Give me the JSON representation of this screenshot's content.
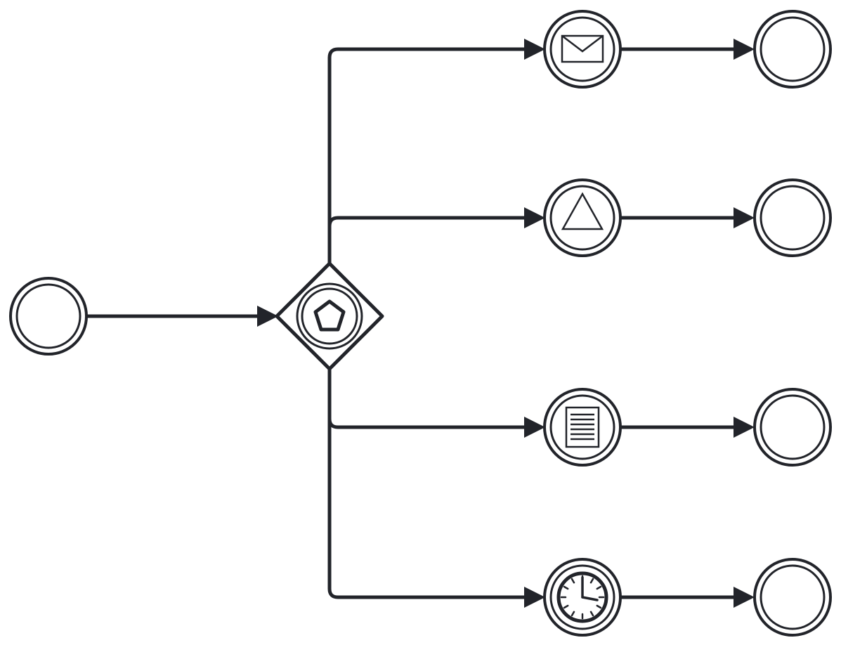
{
  "diagram": {
    "notation": "BPMN",
    "stroke_color": "#22242a",
    "background": "#ffffff",
    "nodes": [
      {
        "id": "start",
        "kind": "intermediate-event",
        "icon": "none"
      },
      {
        "id": "gateway",
        "kind": "event-based-gateway",
        "icon": "pentagon-icon"
      },
      {
        "id": "catch-message",
        "kind": "intermediate-catch-event",
        "icon": "envelope-icon"
      },
      {
        "id": "catch-signal",
        "kind": "intermediate-catch-event",
        "icon": "triangle-icon"
      },
      {
        "id": "catch-conditional",
        "kind": "intermediate-catch-event",
        "icon": "document-lines-icon"
      },
      {
        "id": "catch-timer",
        "kind": "intermediate-catch-event",
        "icon": "clock-icon"
      },
      {
        "id": "end-1",
        "kind": "intermediate-event",
        "icon": "none"
      },
      {
        "id": "end-2",
        "kind": "intermediate-event",
        "icon": "none"
      },
      {
        "id": "end-3",
        "kind": "intermediate-event",
        "icon": "none"
      },
      {
        "id": "end-4",
        "kind": "intermediate-event",
        "icon": "none"
      }
    ],
    "edges": [
      {
        "from": "start",
        "to": "gateway"
      },
      {
        "from": "gateway",
        "to": "catch-message"
      },
      {
        "from": "gateway",
        "to": "catch-signal"
      },
      {
        "from": "gateway",
        "to": "catch-conditional"
      },
      {
        "from": "gateway",
        "to": "catch-timer"
      },
      {
        "from": "catch-message",
        "to": "end-1"
      },
      {
        "from": "catch-signal",
        "to": "end-2"
      },
      {
        "from": "catch-conditional",
        "to": "end-3"
      },
      {
        "from": "catch-timer",
        "to": "end-4"
      }
    ]
  }
}
